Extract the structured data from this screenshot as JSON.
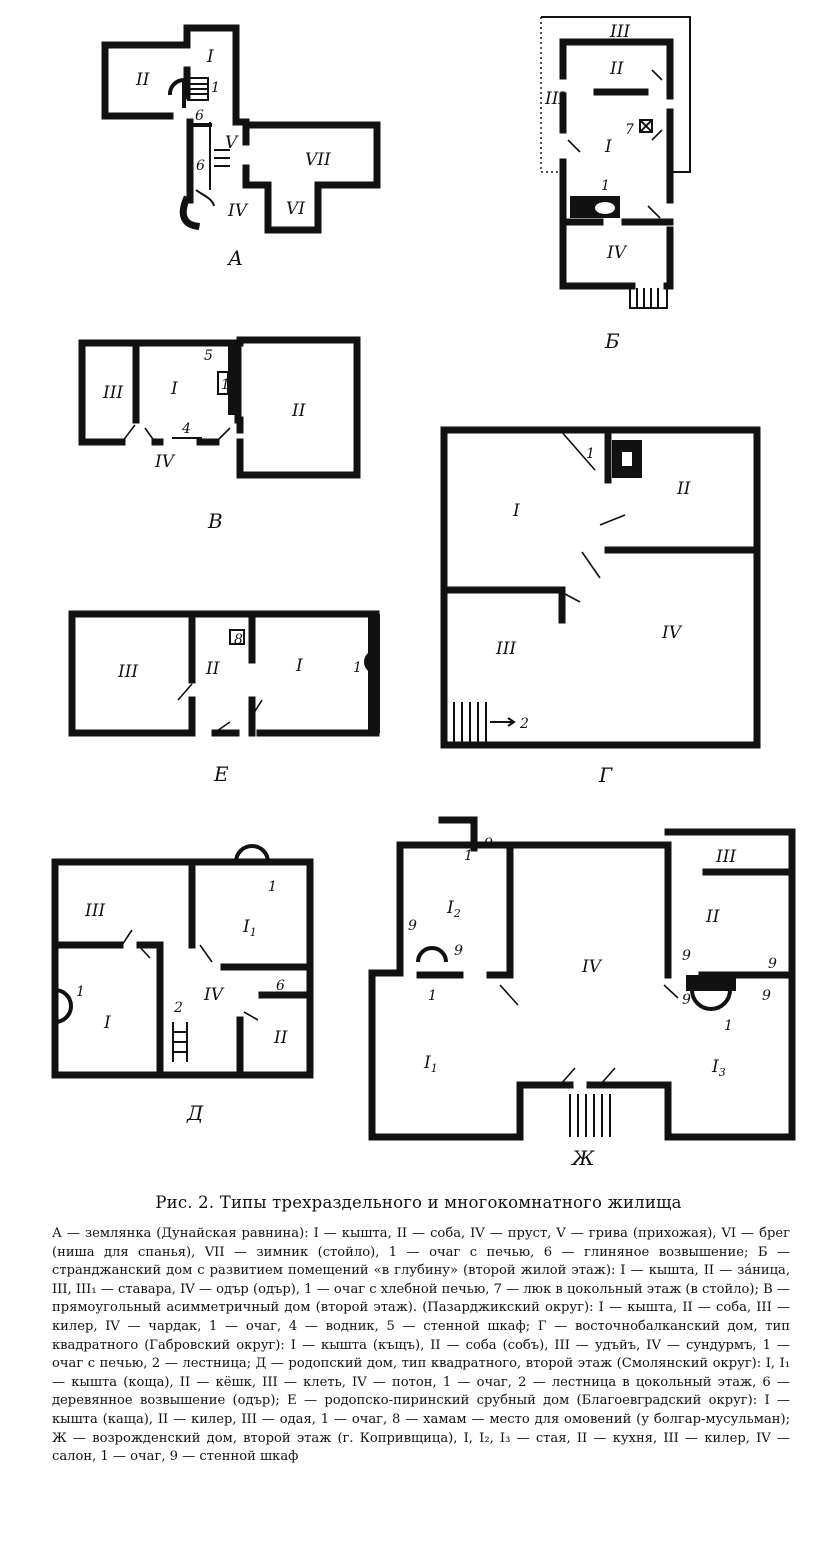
{
  "figure": {
    "title": "Рис. 2. Типы трехраздельного и многокомнатного жилища",
    "description": "А — землянка (Дунайская равнина): I — кышта, II — соба, IV — пруст, V — грива (прихожая), VI — брег (ниша для спанья), VII — зимник (стойло), 1 — очаг с печью, 6 — глиняное возвышение; Б — странджанский дом с развитием помещений «в глубину» (второй жилой этаж): I — кышта, II — зáница, III, III₁ — ставара, IV — одър (одър), 1 — очаг с хлебной печью, 7 — люк в цокольный этаж (в стойло); В — прямоугольный асимметричный дом (второй этаж). (Пазарджикский округ): I — кышта, II — соба, III — килер, IV — чардак, 1 — очаг, 4 — водник, 5 — стенной шкаф; Г — восточнобалканский дом, тип квадратного (Габровский округ): I — кышта (къщъ), II — соба (собъ), III — удъйъ, IV — сундурмъ, 1 — очаг с печью, 2 — лестница; Д — родопский дом, тип квадратного, второй этаж (Смолянский округ): I, I₁ — кышта (коща), II — кёшк, III — клеть, IV — потон, 1 — очаг, 2 — лестница в цокольный этаж, 6 — деревянное возвышение (одър); Е — родопско-пиринский срубный дом (Благоевградский округ): I — кышта (каща), II — килер, III — одая, 1 — очаг, 8 — хамам — место для омовений (у болгар-мусульман); Ж — возрожденский дом, второй этаж (г. Копривщица), I, I₂, I₃ — стая, II — кухня, III — килер, IV — салон, 1 — очаг, 9 — стенной шкаф"
  },
  "plans": {
    "A": {
      "label": "А",
      "rooms": {
        "r1": "I",
        "r2": "II",
        "r5": "V",
        "r6": "VI",
        "r7": "VII",
        "r4": "IV"
      },
      "marks": {
        "m1": "1",
        "m6a": "6",
        "m6b": "6"
      }
    },
    "B": {
      "label": "Б",
      "rooms": {
        "r3": "III",
        "r2": "II",
        "r3b": "III",
        "r1": "I",
        "r4": "IV"
      },
      "marks": {
        "m7": "7",
        "m1": "1"
      }
    },
    "V": {
      "label": "В",
      "rooms": {
        "r3": "III",
        "r1": "I",
        "r2": "II",
        "r4": "IV"
      },
      "marks": {
        "m5": "5",
        "m1": "1",
        "m4": "4"
      }
    },
    "G": {
      "label": "Г",
      "rooms": {
        "r1": "I",
        "r2": "II",
        "r3": "III",
        "r4": "IV"
      },
      "marks": {
        "m1": "1",
        "m2": "2"
      }
    },
    "E": {
      "label": "Е",
      "rooms": {
        "r3": "III",
        "r2": "II",
        "r1": "I"
      },
      "marks": {
        "m8": "8",
        "m1": "1"
      }
    },
    "D": {
      "label": "Д",
      "rooms": {
        "r3": "III",
        "r1a": "I",
        "r1": "I",
        "r4": "IV",
        "r2": "II"
      },
      "sub": {
        "r1a": "1"
      },
      "marks": {
        "m1a": "1",
        "m1b": "1",
        "m2": "2",
        "m6": "6"
      }
    },
    "ZH": {
      "label": "Ж",
      "rooms": {
        "r1": "I",
        "r1b": "I",
        "r3": "I",
        "r4": "IV",
        "r2": "II",
        "r3k": "III"
      },
      "sub": {
        "r1": "2",
        "r1b": "1",
        "r3": "3"
      },
      "marks": {
        "m9a": "9",
        "m9b": "9",
        "m9c": "9",
        "m9d": "9",
        "m9e": "9",
        "m9f": "9",
        "m9g": "9",
        "m1a": "1",
        "m1b": "1",
        "m1c": "1"
      }
    }
  }
}
